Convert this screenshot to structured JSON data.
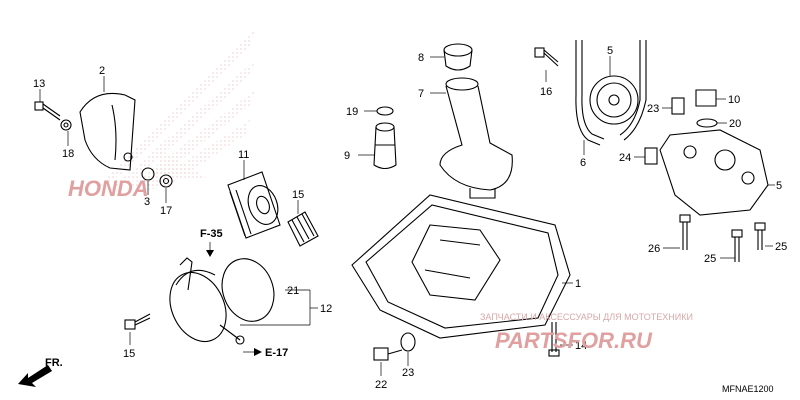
{
  "diagram": {
    "code": "MFNAE1200",
    "direction_arrow": "FR.",
    "references": {
      "f35": "F-35",
      "e17": "E-17"
    },
    "watermark": {
      "logo_wordmark": "HONDA",
      "shop_tagline": "ЗАПЧАСТИ И АКСЕССУАРЫ ДЛЯ МОТОТЕХНИКИ",
      "shop_name": "PARTSFOR.RU"
    },
    "labels": [
      "1",
      "2",
      "3",
      "5",
      "6",
      "7",
      "8",
      "9",
      "10",
      "11",
      "12",
      "13",
      "14",
      "15",
      "16",
      "17",
      "18",
      "19",
      "20",
      "20",
      "21",
      "22",
      "23",
      "24",
      "24",
      "25",
      "25",
      "26"
    ]
  }
}
